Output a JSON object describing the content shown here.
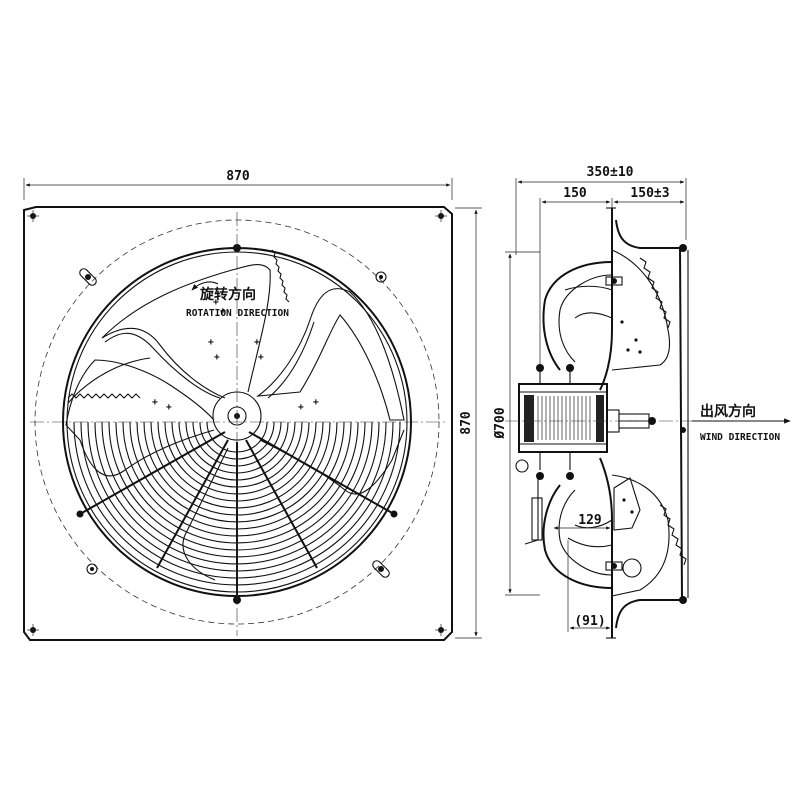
{
  "front_view": {
    "width_dim": "870",
    "height_dim": "870",
    "rotation_cn": "旋转方向",
    "rotation_en": "ROTATION DIRECTION"
  },
  "side_view": {
    "depth_dim": "350±10",
    "motor_dim": "150",
    "guard_dim": "150±3",
    "diameter_dim": "Ø700",
    "bracket_dim": "129",
    "hub_dim": "(91)",
    "wind_cn": "出风方向",
    "wind_en": "WIND DIRECTION"
  }
}
